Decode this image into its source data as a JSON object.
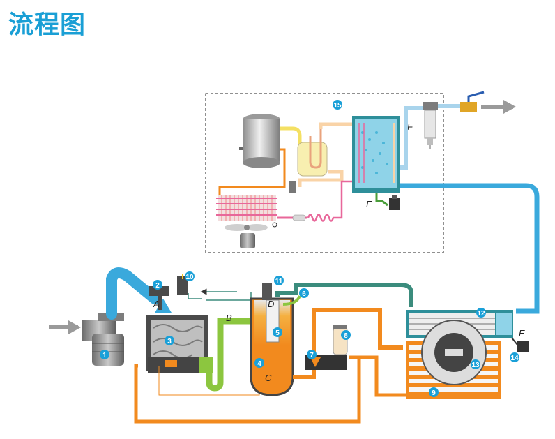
{
  "title": "流程图",
  "letters": {
    "A": "A",
    "B": "B",
    "C": "C",
    "D": "D",
    "E_dryer": "E",
    "E_cooler": "E",
    "F": "F"
  },
  "numbers": [
    "1",
    "2",
    "3",
    "4",
    "5",
    "6",
    "7",
    "8",
    "9",
    "10",
    "11",
    "12",
    "13",
    "14",
    "15"
  ],
  "colors": {
    "blue_air": "#3aa9dc",
    "light_blue": "#a9d4ec",
    "orange_oil": "#f28a1e",
    "green_oil": "#8cc63f",
    "teal_pipe": "#3b8c7d",
    "pink_refrigerant": "#e8679a",
    "yellow_refrigerant": "#f4e063",
    "badge": "#1aa0d8",
    "gray_arrow": "#9a9a9a"
  }
}
